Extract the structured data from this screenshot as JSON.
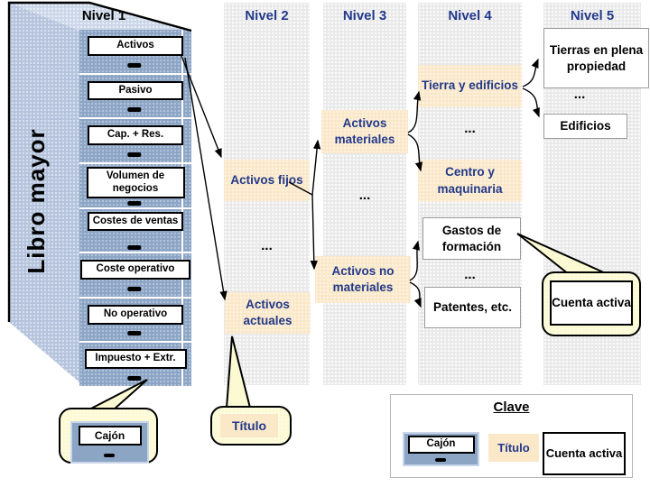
{
  "cabinet": {
    "side_title": "Libro mayor",
    "header": "Nivel 1",
    "drawers": [
      {
        "label": "Activos"
      },
      {
        "label": "Pasivo"
      },
      {
        "label": "Cap. + Res."
      },
      {
        "label": "Volumen de negocios"
      },
      {
        "label": "Costes de ventas"
      },
      {
        "label": "Coste operativo"
      },
      {
        "label": "No operativo"
      },
      {
        "label": "Impuesto + Extr."
      }
    ]
  },
  "level2": {
    "header": "Nivel 2",
    "item_top": "Activos fijos",
    "ellipsis": "...",
    "item_bottom": "Activos actuales"
  },
  "level3": {
    "header": "Nivel 3",
    "item_top": "Activos materiales",
    "ellipsis": "...",
    "item_bottom": "Activos no materiales"
  },
  "level4": {
    "header": "Nivel 4",
    "title_top": "Tierra y edificios",
    "ellipsis_top": "...",
    "title_bottom": "Centro y maquinaria",
    "box_top": "Gastos de formación",
    "ellipsis_bottom": "...",
    "box_bottom": "Patentes, etc."
  },
  "level5": {
    "header": "Nivel 5",
    "box_top": "Tierras en plena propiedad",
    "ellipsis": "...",
    "box_bottom": "Edificios"
  },
  "callouts": {
    "cajon": "Cajón",
    "titulo": "Título",
    "cuenta_activa": "Cuenta activa"
  },
  "legend": {
    "title": "Clave",
    "drawer_label": "Cajón",
    "title_label": "Título",
    "account_label": "Cuenta activa"
  },
  "colors": {
    "header_blue": "#22398a",
    "drawer_panel_blue": "#8ca5c5",
    "cabinet_side_blue": "#b5c4dd",
    "title_highlight_cream": "#fae8c9",
    "callout_yellow": "#fbfad2",
    "column_gray": "#e9e9e9"
  }
}
